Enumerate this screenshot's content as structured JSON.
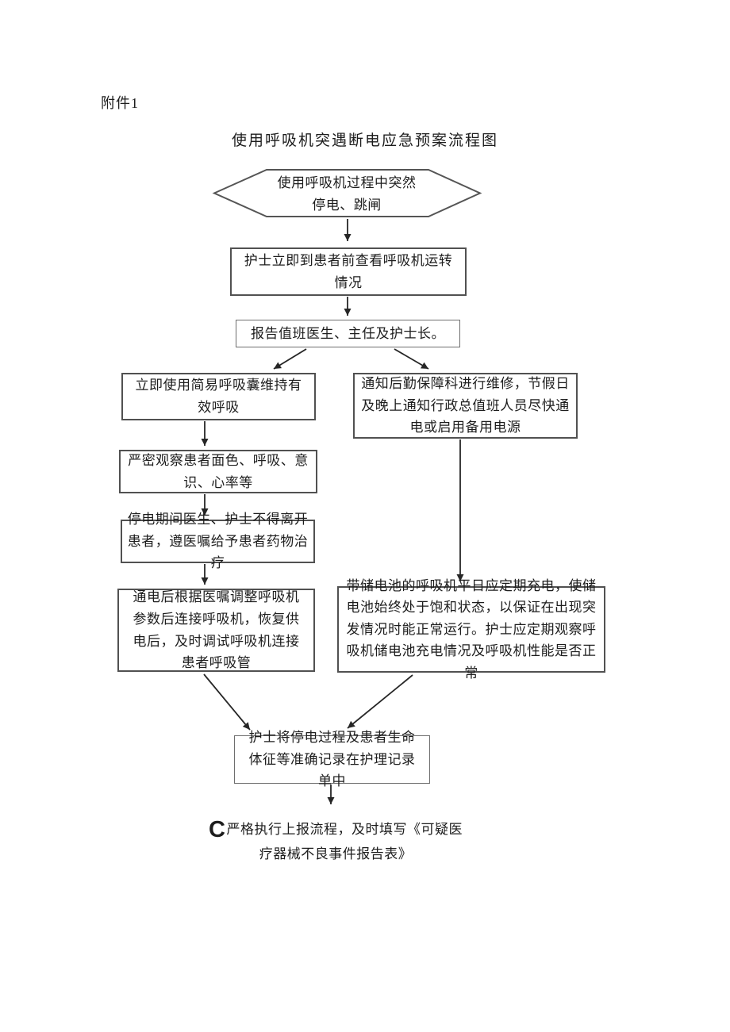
{
  "page": {
    "attachment_label": "附件1",
    "title": "使用呼吸机突遇断电应急预案流程图"
  },
  "flowchart": {
    "nodes": {
      "start": "使用呼吸机过程中突然停电、跳闸",
      "check": "护士立即到患者前查看呼吸机运转情况",
      "report": "报告值班医生、主任及护士长。",
      "manual_ventilation": "立即使用简易呼吸囊维持有效呼吸",
      "observe": "严密观察患者面色、呼吸、意识、心率等",
      "stay_with_patient": "停电期间医生、护士不得离开患者，遵医嘱给予患者药物治疗",
      "restore_ventilator": "通电后根据医嘱调整呼吸机参数后连接呼吸机，恢复供电后，及时调试呼吸机连接患者呼吸管",
      "notify_logistics": "通知后勤保障科进行维修，节假日及晚上通知行政总值班人员尽快通电或启用备用电源",
      "battery_maintenance": "带储电池的呼吸机平日应定期充电，使储电池始终处于饱和状态，以保证在出现突发情况时能正常运行。护士应定期观察呼吸机储电池充电情况及呼吸机性能是否正常",
      "record": "护士将停电过程及患者生命体征等准确记录在护理记录单中",
      "report_form_marker": "C",
      "report_form": "严格执行上报流程，及时填写《可疑医疗器械不良事件报告表》"
    },
    "colors": {
      "border": "#515151",
      "arrow": "#262626",
      "text": "#1d1d1d",
      "background": "#ffffff"
    }
  }
}
